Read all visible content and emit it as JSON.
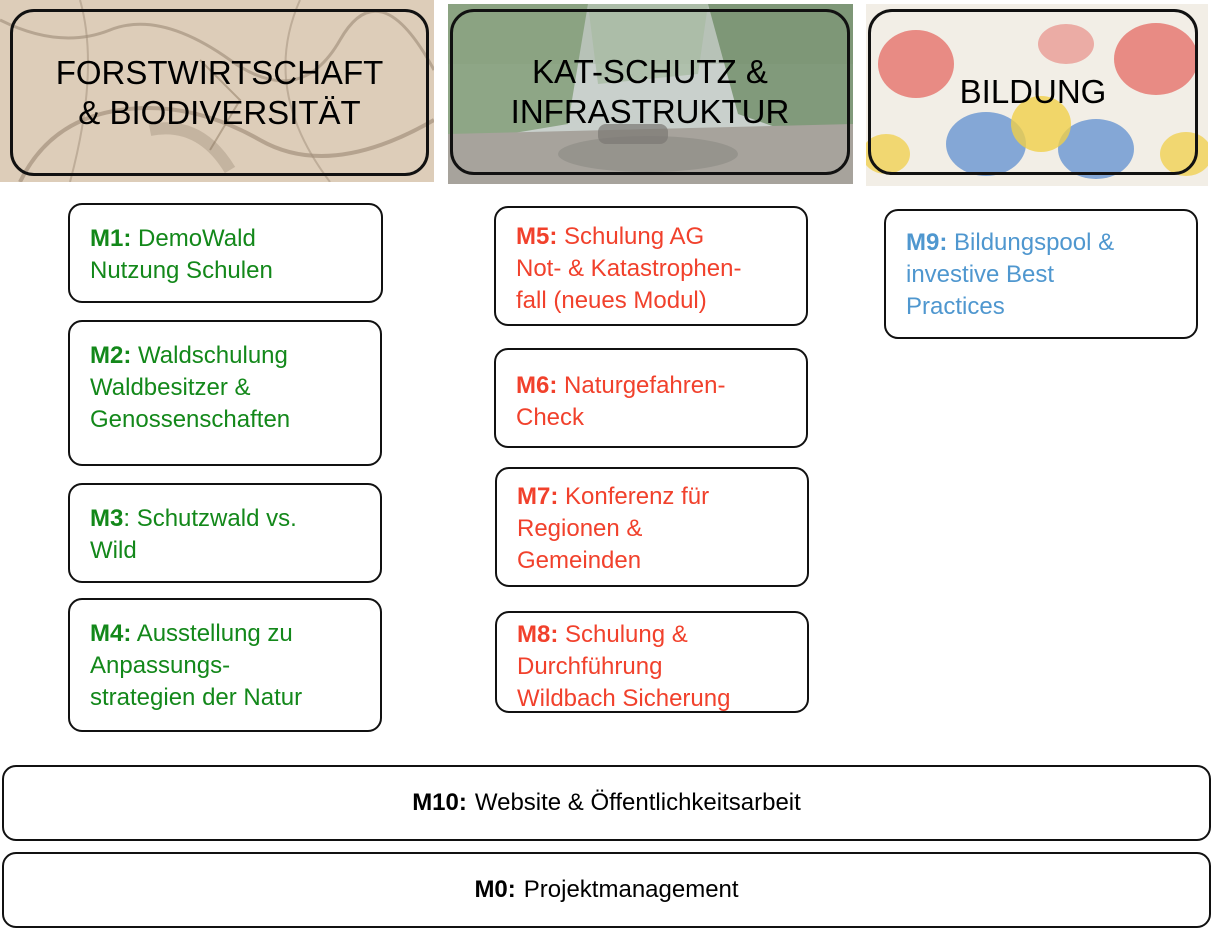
{
  "headers": [
    {
      "title": "FORSTWIRTSCHAFT\n& BIODIVERSITÄT",
      "image_icon": "dry-cracked-earth-photo"
    },
    {
      "title": "KAT-SCHUTZ &\nINFRASTRUKTUR",
      "image_icon": "mountain-stream-culvert-photo"
    },
    {
      "title": "BILDUNG",
      "image_icon": "colorful-handprints-photo"
    }
  ],
  "modules": {
    "m1": {
      "code": "M1:",
      "text": "DemoWald\nNutzung Schulen"
    },
    "m2": {
      "code": "M2:",
      "text": "Waldschulung\nWaldbesitzer &\nGenossenschaften"
    },
    "m3": {
      "code": "M3",
      "sep": ":",
      "text": "Schutzwald vs.\nWild"
    },
    "m4": {
      "code": "M4:",
      "text": "Ausstellung zu\nAnpassungs-\nstrategien der Natur"
    },
    "m5": {
      "code": "M5:",
      "text": "Schulung AG\nNot- & Katastrophen-\nfall (neues Modul)"
    },
    "m6": {
      "code": "M6:",
      "text": "Naturgefahren-\nCheck"
    },
    "m7": {
      "code": "M7:",
      "text": "Konferenz für\nRegionen &\nGemeinden"
    },
    "m8": {
      "code": "M8:",
      "text": "Schulung &\nDurchführung\nWildbach Sicherung"
    },
    "m9": {
      "code": "M9:",
      "text": "Bildungspool &\ninvestive Best\nPractices"
    },
    "m10": {
      "code": "M10:",
      "text": "Website & Öffentlichkeitsarbeit"
    },
    "m0": {
      "code": "M0:",
      "text": "Projektmanagement"
    }
  },
  "colors": {
    "forst": "#13881a",
    "katschutz": "#f1412c",
    "bildung": "#4f97cf",
    "neutral": "#000000"
  }
}
